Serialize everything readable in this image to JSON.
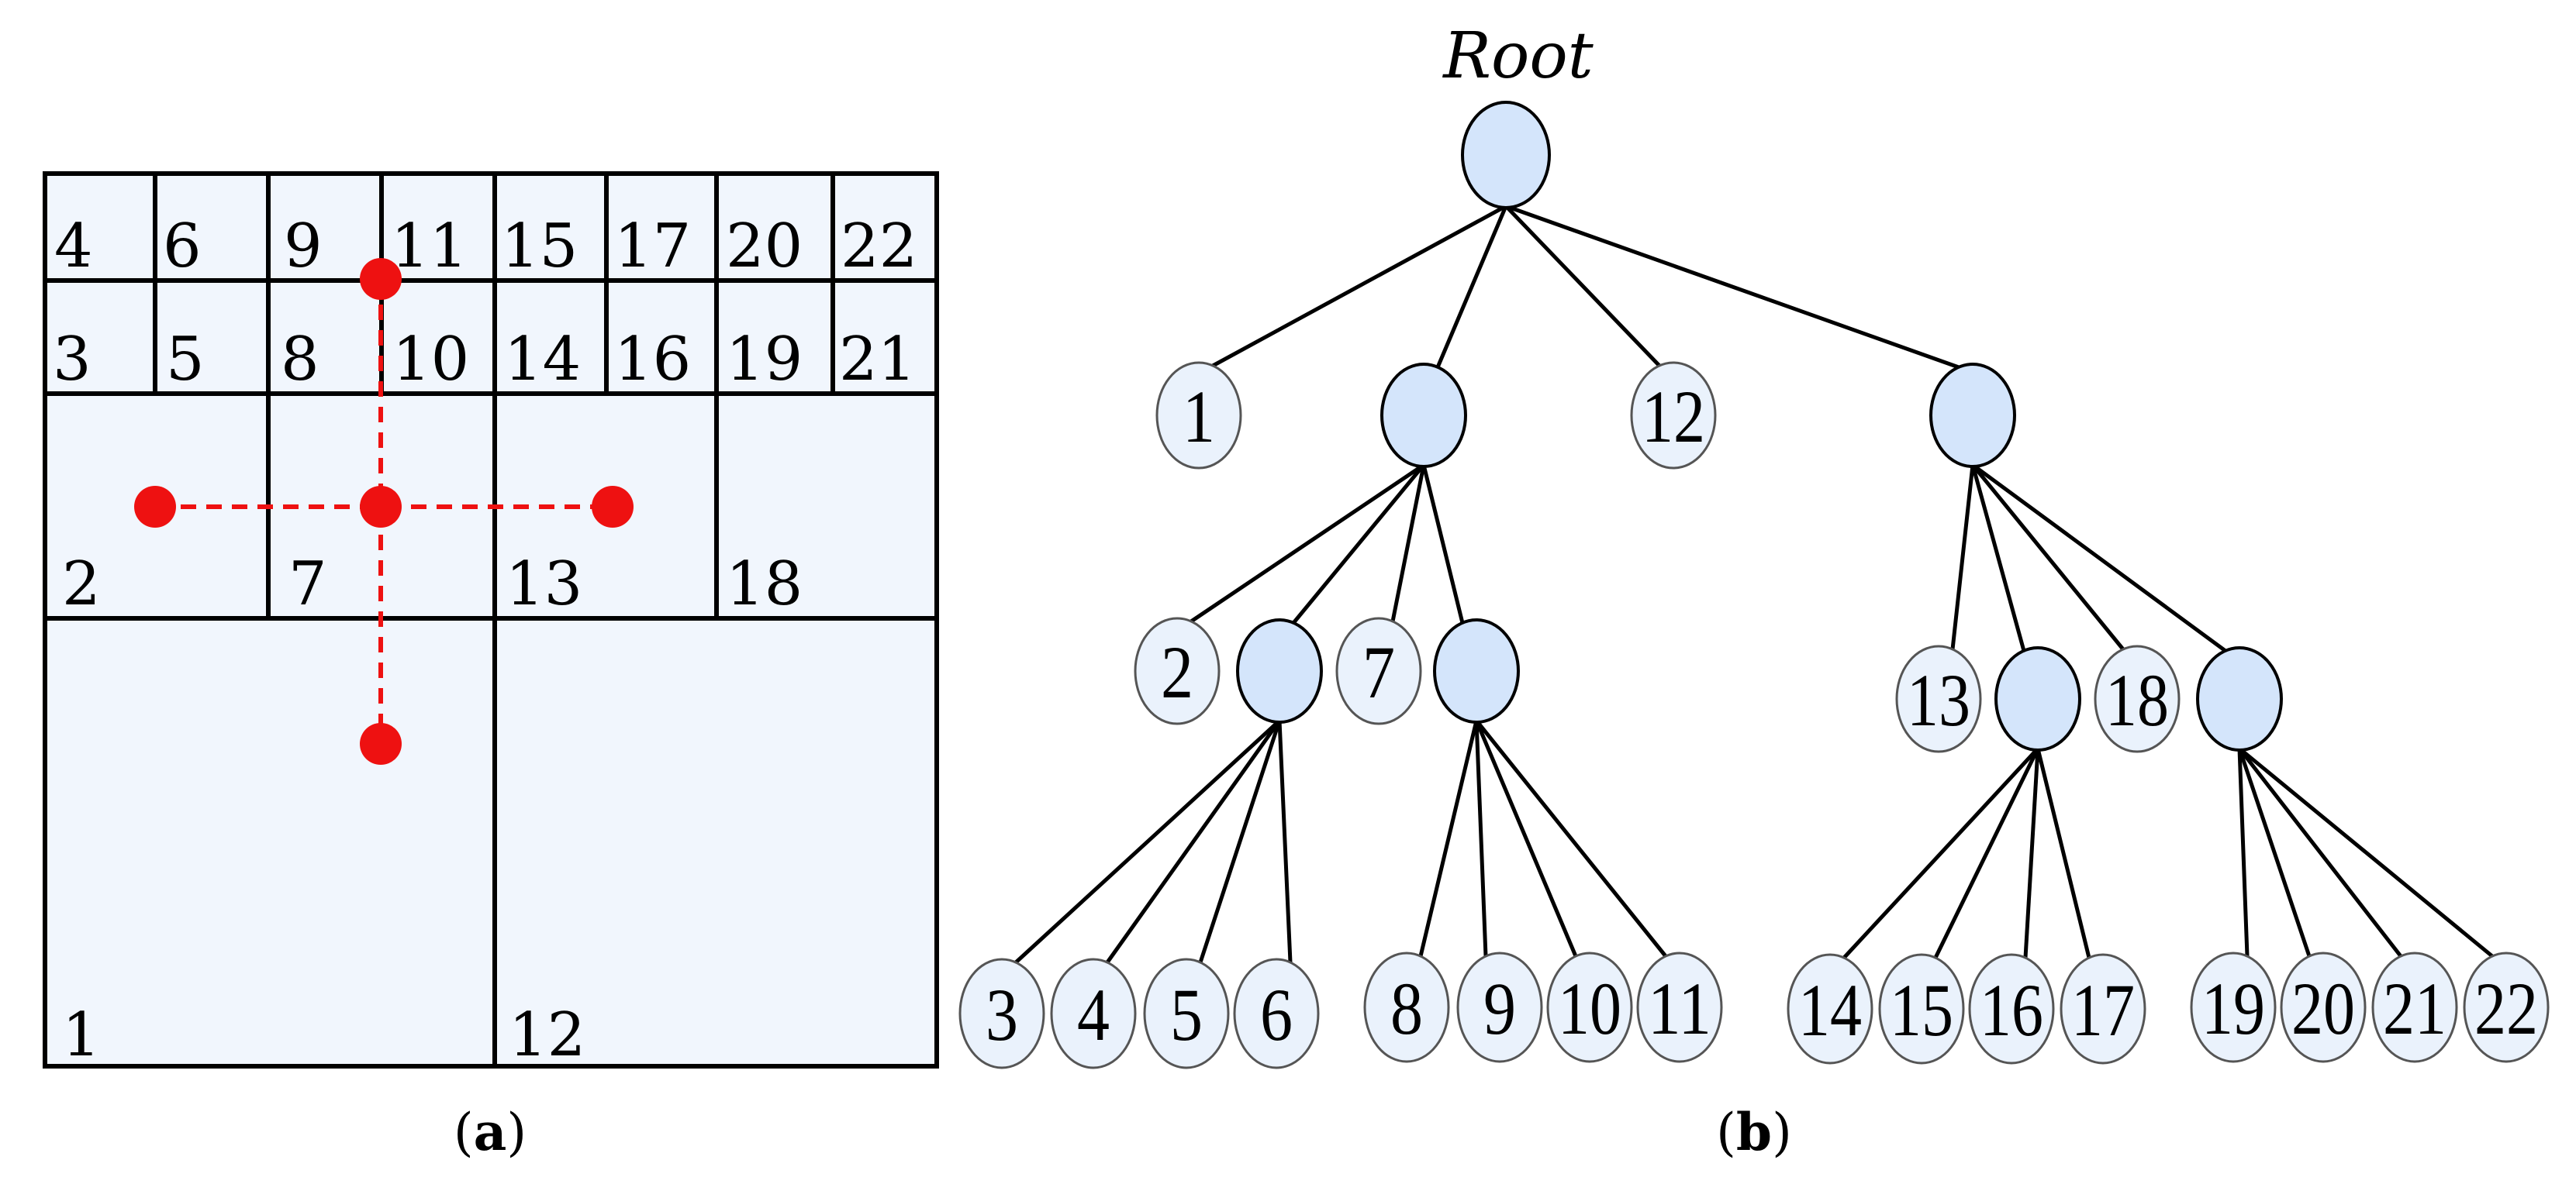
{
  "panel_a": {
    "caption_letter": "a",
    "cells": [
      {
        "id": "cell-1",
        "label": "1"
      },
      {
        "id": "cell-12",
        "label": "12"
      },
      {
        "id": "cell-2",
        "label": "2"
      },
      {
        "id": "cell-7",
        "label": "7"
      },
      {
        "id": "cell-13",
        "label": "13"
      },
      {
        "id": "cell-18",
        "label": "18"
      },
      {
        "id": "cell-3",
        "label": "3"
      },
      {
        "id": "cell-5",
        "label": "5"
      },
      {
        "id": "cell-8",
        "label": "8"
      },
      {
        "id": "cell-10",
        "label": "10"
      },
      {
        "id": "cell-14",
        "label": "14"
      },
      {
        "id": "cell-16",
        "label": "16"
      },
      {
        "id": "cell-19",
        "label": "19"
      },
      {
        "id": "cell-21",
        "label": "21"
      },
      {
        "id": "cell-4",
        "label": "4"
      },
      {
        "id": "cell-6",
        "label": "6"
      },
      {
        "id": "cell-9",
        "label": "9"
      },
      {
        "id": "cell-11",
        "label": "11"
      },
      {
        "id": "cell-15",
        "label": "15"
      },
      {
        "id": "cell-17",
        "label": "17"
      },
      {
        "id": "cell-20",
        "label": "20"
      },
      {
        "id": "cell-22",
        "label": "22"
      }
    ],
    "marker_color": "#ee1111"
  },
  "panel_b": {
    "caption_letter": "b",
    "root_label": "Root",
    "leaf_labels": [
      "1",
      "12",
      "2",
      "7",
      "13",
      "18",
      "3",
      "4",
      "5",
      "6",
      "8",
      "9",
      "10",
      "11",
      "14",
      "15",
      "16",
      "17",
      "19",
      "20",
      "21",
      "22"
    ],
    "internal_fill": "#d4e5fb",
    "leaf_fill": "#eaf2fc"
  },
  "colors": {
    "cell_fill": "#f1f6fd",
    "line": "#000000"
  }
}
